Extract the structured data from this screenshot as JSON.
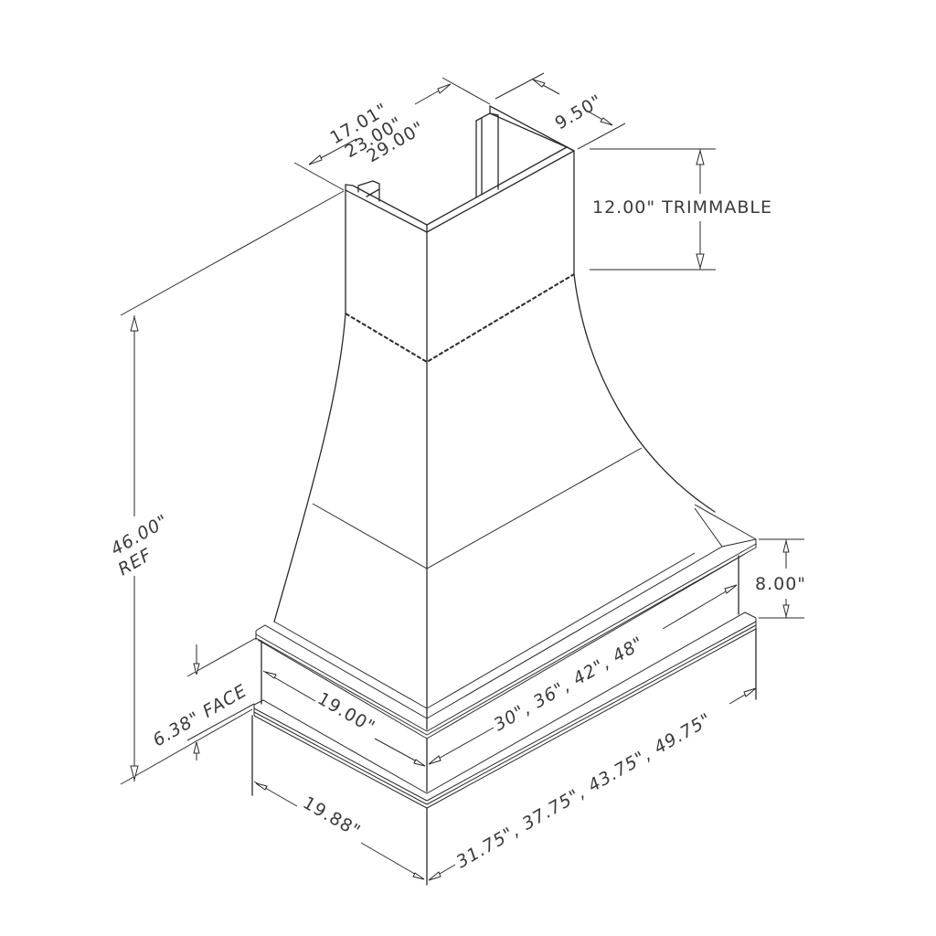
{
  "drawing": {
    "subject": "Range hood isometric dimension drawing",
    "line_color": "#2a2a2a",
    "background": "#ffffff"
  },
  "dimensions": {
    "chimney_widths": [
      "17.01\"",
      "23.00\"",
      "29.00\""
    ],
    "chimney_depth": "9.50\"",
    "trimmable": "12.00\"  TRIMMABLE",
    "overall_height": "46.00\"",
    "overall_height_note": "REF",
    "face_height": "6.38\"  FACE",
    "band_height": "8.00\"",
    "band_depth": "19.00\"",
    "band_widths": "30\",  36\",  42\",  48\"",
    "base_depth": "19.88\"",
    "base_widths": "31.75\",  37.75\",  43.75\",  49.75\""
  }
}
